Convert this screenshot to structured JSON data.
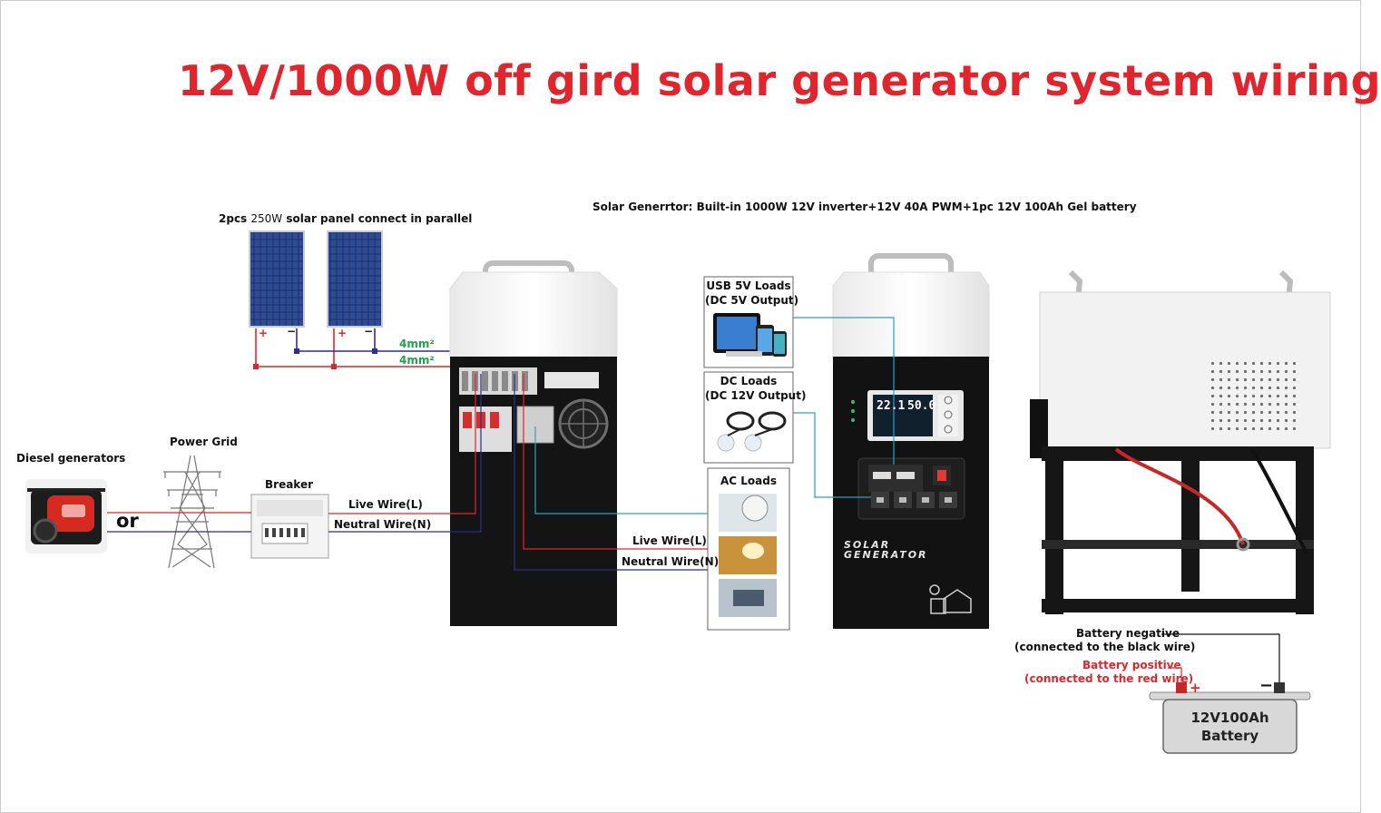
{
  "title": "12V/1000W off gird solar generator system wiring",
  "solar_generator_note": "Solar Generrtor: Built-in 1000W 12V inverter+12V 40A PWM+1pc 12V 100Ah Gel battery",
  "solar_panels": {
    "label_prefix": "2pcs",
    "label_watt": "250W",
    "label_suffix": "solar panel connect in parallel",
    "plus": "+",
    "minus": "−"
  },
  "wire_sizes": [
    "4mm²",
    "4mm²"
  ],
  "sources": {
    "diesel": "Diesel generators",
    "or": "or",
    "grid": "Power Grid",
    "breaker": "Breaker"
  },
  "grid_wires": {
    "live": "Live Wire(L)",
    "neutral": "Neutral Wire(N)"
  },
  "output_wires": {
    "live": "Live Wire(L)",
    "neutral": "Neutral Wire(N)"
  },
  "loads": {
    "usb": {
      "line1": "USB 5V Loads",
      "line2": "(DC 5V Output)"
    },
    "dc": {
      "line1": "DC Loads",
      "line2": "(DC 12V Output)"
    },
    "ac": {
      "line1": "AC Loads"
    }
  },
  "front_panel": {
    "display_left": "22.1",
    "display_right": "50.0",
    "brand_line1": "SOLAR",
    "brand_line2": "GENERATOR"
  },
  "battery": {
    "negative_label": "Battery negative",
    "negative_note": "(connected to the black wire)",
    "positive_label": "Battery positive",
    "positive_note": "(connected to the red wire)",
    "plus": "+",
    "minus": "−",
    "name_line1": "12V100Ah",
    "name_line2": "Battery"
  },
  "colors": {
    "title": "#e0262c",
    "live_wire": "#e0262c",
    "neutral_wire": "#2a2f8f",
    "signal_wire": "#2b9fc4",
    "green_label": "#22a04a"
  }
}
